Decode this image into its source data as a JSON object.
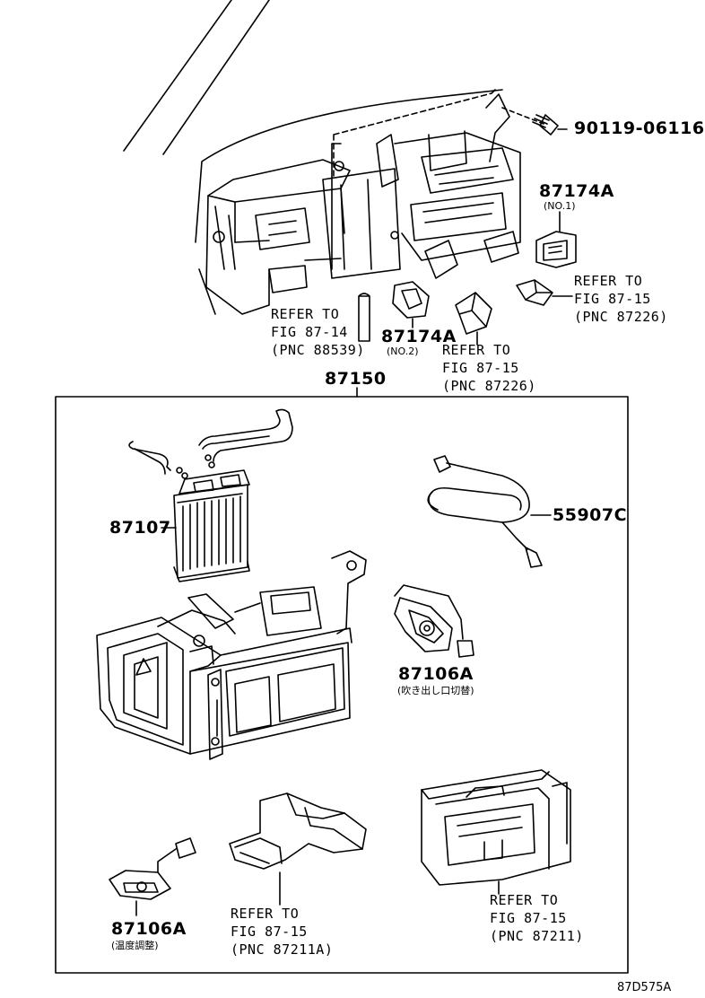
{
  "labels": {
    "bolt_part": "90119-06116",
    "outlet_part": "87174A",
    "outlet_no1": "(NO.1)",
    "outlet_no2": "(NO.2)",
    "unit_part": "87150",
    "core_part": "87107",
    "harness_part": "55907C",
    "servo_mode_part": "87106A",
    "servo_mode_desc": "(吹き出し口切替)",
    "servo_temp_part": "87106A",
    "servo_temp_desc": "(温度調整)",
    "diagram_code": "87D575A"
  },
  "refs": {
    "fig8714": {
      "line1": "REFER TO",
      "line2": "FIG 87-14",
      "line3": "(PNC 88539)"
    },
    "fig8715_mid": {
      "line1": "REFER TO",
      "line2": "FIG 87-15",
      "line3": "(PNC 87226)"
    },
    "fig8715_right": {
      "line1": "REFER TO",
      "line2": "FIG 87-15",
      "line3": "(PNC 87226)"
    },
    "fig8715_duct": {
      "line1": "REFER TO",
      "line2": "FIG 87-15",
      "line3": "(PNC 87211A)"
    },
    "fig8715_case": {
      "line1": "REFER TO",
      "line2": "FIG 87-15",
      "line3": "(PNC 87211)"
    }
  }
}
